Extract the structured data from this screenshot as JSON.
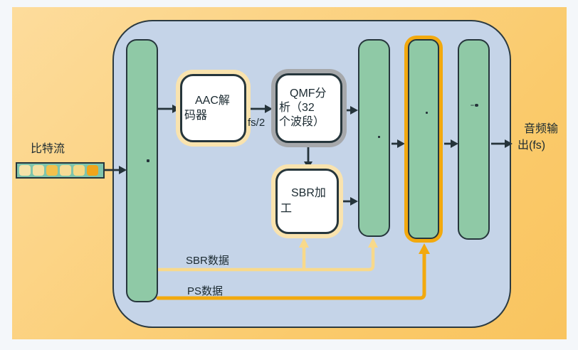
{
  "colors": {
    "bg-outer": "#F4F7FA",
    "bg-orange-1": "#FDDC9C",
    "bg-orange-2": "#FACA6B",
    "bg-orange-3": "#F9C45F",
    "panel-blue": "#C5D4E8",
    "panel-stroke": "#2B3A41",
    "green-fill": "#8FC9A6",
    "green-stroke": "#26363C",
    "teal-fill": "#7FC5AC",
    "glow-cream": "#F9E3AE",
    "glow-gray": "#A6A8AB",
    "accent-orange": "#F2A90E",
    "accent-cream": "#F8D98B",
    "arrow-dark": "#25333A",
    "text-dark": "#1B2A31"
  },
  "labels": {
    "bitstream": "比特流",
    "sbr_data": "SBR数据",
    "ps_data": "PS数据",
    "fs_half": "fs/2",
    "audio_output": "音频输\n出(fs)"
  },
  "boxes": {
    "aac_decoder": "AAC解\n码器",
    "qmf_analysis": "QMF分\n析（32\n个波段）",
    "sbr_processing": "SBR加\n工"
  },
  "bitstream_bits": [
    "#F6E3A8",
    "#F5E0A2",
    "#F3C14D",
    "#F6DC96",
    "#F5D987",
    "#F0A51B"
  ]
}
